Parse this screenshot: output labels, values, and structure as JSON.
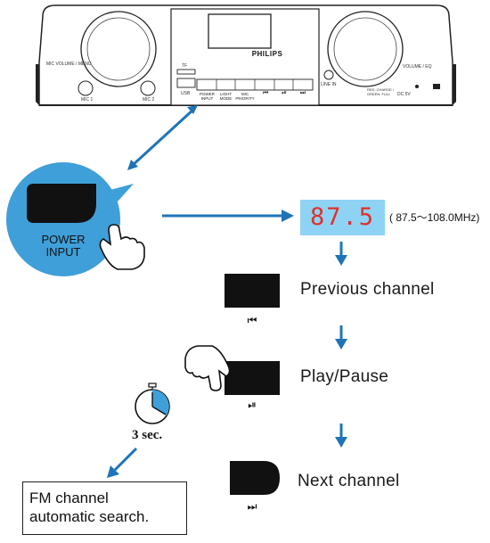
{
  "device": {
    "brand": "PHILIPS",
    "left_knob_label": "MIC VOLUME / MENU",
    "right_knob_label": "VOLUME / EQ",
    "tf_label": "TF",
    "usb_label": "USB",
    "mic1_label": "MIC 1",
    "mic2_label": "MIC 2",
    "linein_label": "LINE IN",
    "charge_label": "RED: CHARGE / GREEN: FULL",
    "dc_label": "DC 5V",
    "buttons": [
      {
        "label_line1": "POWER",
        "label_line2": "INPUT",
        "symbol": ""
      },
      {
        "label_line1": "LIGHT",
        "label_line2": "MODE",
        "symbol": ""
      },
      {
        "label_line1": "MIC",
        "label_line2": "PRIORITY",
        "symbol": ""
      },
      {
        "label_line1": "",
        "label_line2": "",
        "symbol": "⏮"
      },
      {
        "label_line1": "",
        "label_line2": "",
        "symbol": "⏯"
      },
      {
        "label_line1": "",
        "label_line2": "",
        "symbol": "⏭"
      }
    ]
  },
  "callout": {
    "label_line1": "POWER",
    "label_line2": "INPUT"
  },
  "display": {
    "frequency": "87.5",
    "range": "( 87.5～108.0MHz)"
  },
  "steps": {
    "previous": {
      "label": "Previous channel",
      "icon": "⏮"
    },
    "play": {
      "label": "Play/Pause",
      "icon": "⏯"
    },
    "next": {
      "label": "Next channel",
      "icon": "⏭"
    }
  },
  "timer": {
    "label": "3 sec."
  },
  "result": {
    "line1": "FM channel",
    "line2": "automatic search."
  },
  "colors": {
    "accent_blue": "#1f74b8",
    "callout_fill": "#3f9fd9",
    "lcd_fill": "#8fd3f4",
    "lcd_digits": "#e0302a",
    "button_fill": "#111111"
  }
}
